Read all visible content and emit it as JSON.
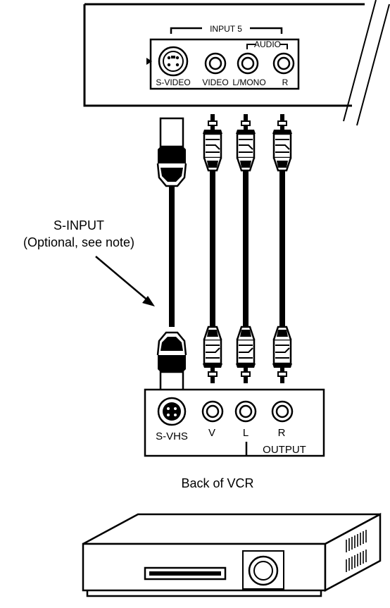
{
  "tv_panel": {
    "input_label": "INPUT 5",
    "audio_label": "AUDIO",
    "jacks": [
      "S-VIDEO",
      "VIDEO",
      "L/MONO",
      "R"
    ]
  },
  "callout": {
    "line1": "S-INPUT",
    "line2": "(Optional, see note)"
  },
  "vcr_panel": {
    "jacks": [
      "S-VHS",
      "V",
      "L",
      "R"
    ],
    "output_label": "OUTPUT"
  },
  "caption": "Back of VCR",
  "colors": {
    "ink": "#000000",
    "paper": "#ffffff"
  }
}
